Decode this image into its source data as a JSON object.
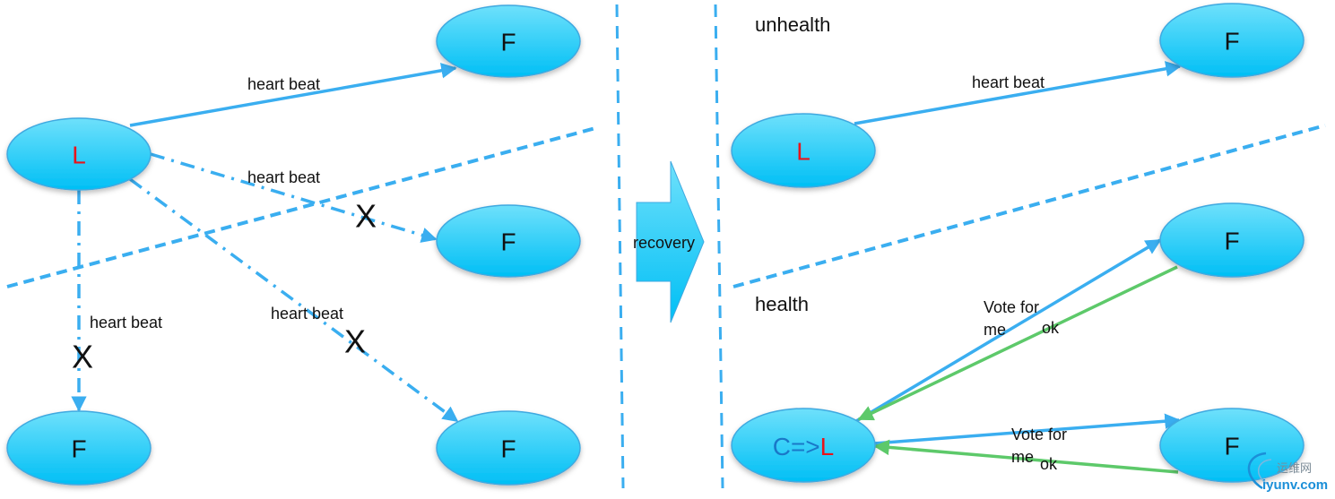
{
  "colors": {
    "node_fill_top": "#6ee0fb",
    "node_fill_bottom": "#00bff5",
    "node_stroke": "#3fa9e0",
    "edge_blue": "#3aaef0",
    "edge_green": "#5dc96a",
    "leader_red": "#e8141b",
    "candidate_blue": "#1a78c8",
    "text": "#111111"
  },
  "left_panel": {
    "nodes": {
      "leader": "L",
      "follower_top": "F",
      "follower_mid": "F",
      "follower_bottom_left": "F",
      "follower_bottom_right": "F"
    },
    "edges": {
      "to_top": "heart beat",
      "to_mid": "heart beat",
      "to_bottom_left": "heart beat",
      "to_bottom_right": "heart beat"
    },
    "failed_marks": [
      "X",
      "X",
      "X"
    ]
  },
  "transition": {
    "label": "recovery"
  },
  "right_panel": {
    "zones": {
      "top": "unhealth",
      "bottom": "health"
    },
    "nodes": {
      "old_leader": "L",
      "follower_top": "F",
      "follower_mid": "F",
      "follower_bottom": "F",
      "candidate_prefix": "C=>",
      "candidate_suffix": "L"
    },
    "edges": {
      "heartbeat": "heart beat",
      "vote_request_line1": "Vote for",
      "vote_request_line2": "me",
      "vote_reply": "ok"
    }
  },
  "watermark": {
    "cn": "运维网",
    "en": "iyunv.com"
  }
}
